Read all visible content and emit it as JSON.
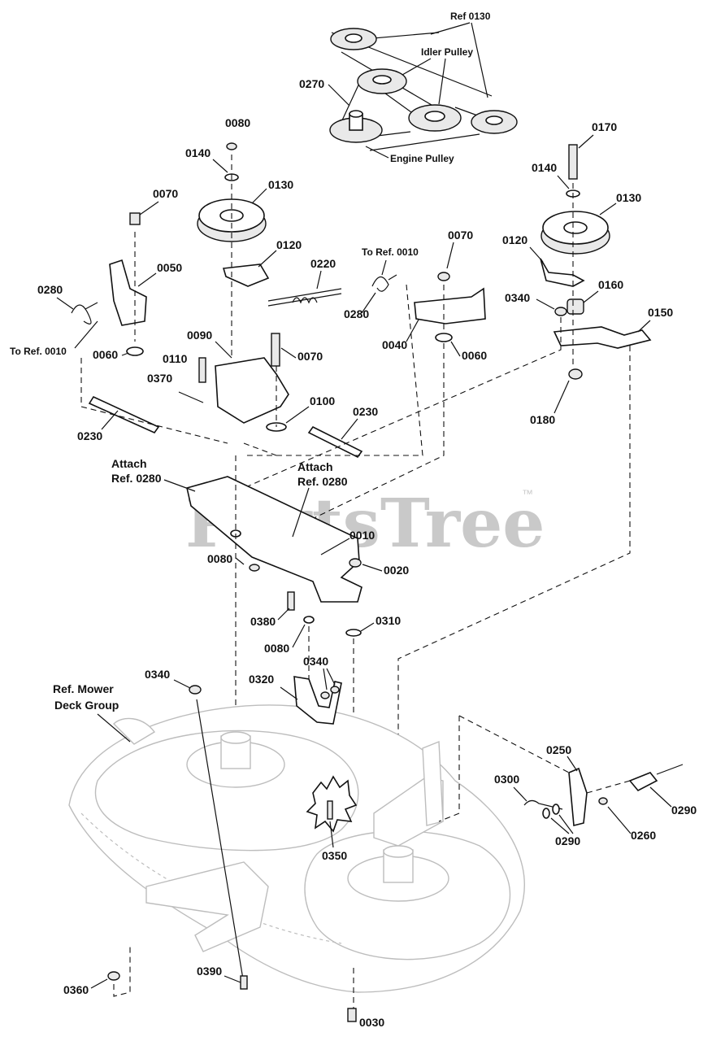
{
  "watermark": {
    "text": "PartsTree",
    "trademark": "™"
  },
  "callouts": {
    "ref_0130": "Ref 0130",
    "idler_pulley": "Idler Pulley",
    "engine_pulley": "Engine Pulley",
    "p0270": "0270",
    "p0080_top": "0080",
    "p0140_left": "0140",
    "p0130_left": "0130",
    "p0070_left": "0070",
    "p0120_left": "0120",
    "p0220": "0220",
    "to_ref_0010_right": "To Ref. 0010",
    "p0070_right": "0070",
    "p0170": "0170",
    "p0140_right": "0140",
    "p0130_right": "0130",
    "p0120_right": "0120",
    "p0050": "0050",
    "p0280_left": "0280",
    "to_ref_0010_left": "To Ref. 0010",
    "p0060_left": "0060",
    "p0090": "0090",
    "p0110": "0110",
    "p0370": "0370",
    "p0070_mid": "0070",
    "p0280_mid": "0280",
    "p0040": "0040",
    "p0060_right": "0060",
    "p0340_right": "0340",
    "p0160": "0160",
    "p0150": "0150",
    "p0180": "0180",
    "p0230_left": "0230",
    "p0100": "0100",
    "p0230_right": "0230",
    "attach_left": [
      "Attach",
      "Ref. 0280"
    ],
    "attach_right": [
      "Attach",
      "Ref. 0280"
    ],
    "p0010": "0010",
    "p0080_mid": "0080",
    "p0020": "0020",
    "p0380": "0380",
    "p0080_low": "0080",
    "p0310": "0310",
    "p0340_left": "0340",
    "p0320": "0320",
    "p0340_mid": "0340",
    "ref_mower_deck": [
      "Ref. Mower",
      "Deck Group"
    ],
    "p0250": "0250",
    "p0300": "0300",
    "p0290_a": "0290",
    "p0290_b": "0290",
    "p0260": "0260",
    "p0350": "0350",
    "p0360": "0360",
    "p0390": "0390",
    "p0030": "0030"
  }
}
